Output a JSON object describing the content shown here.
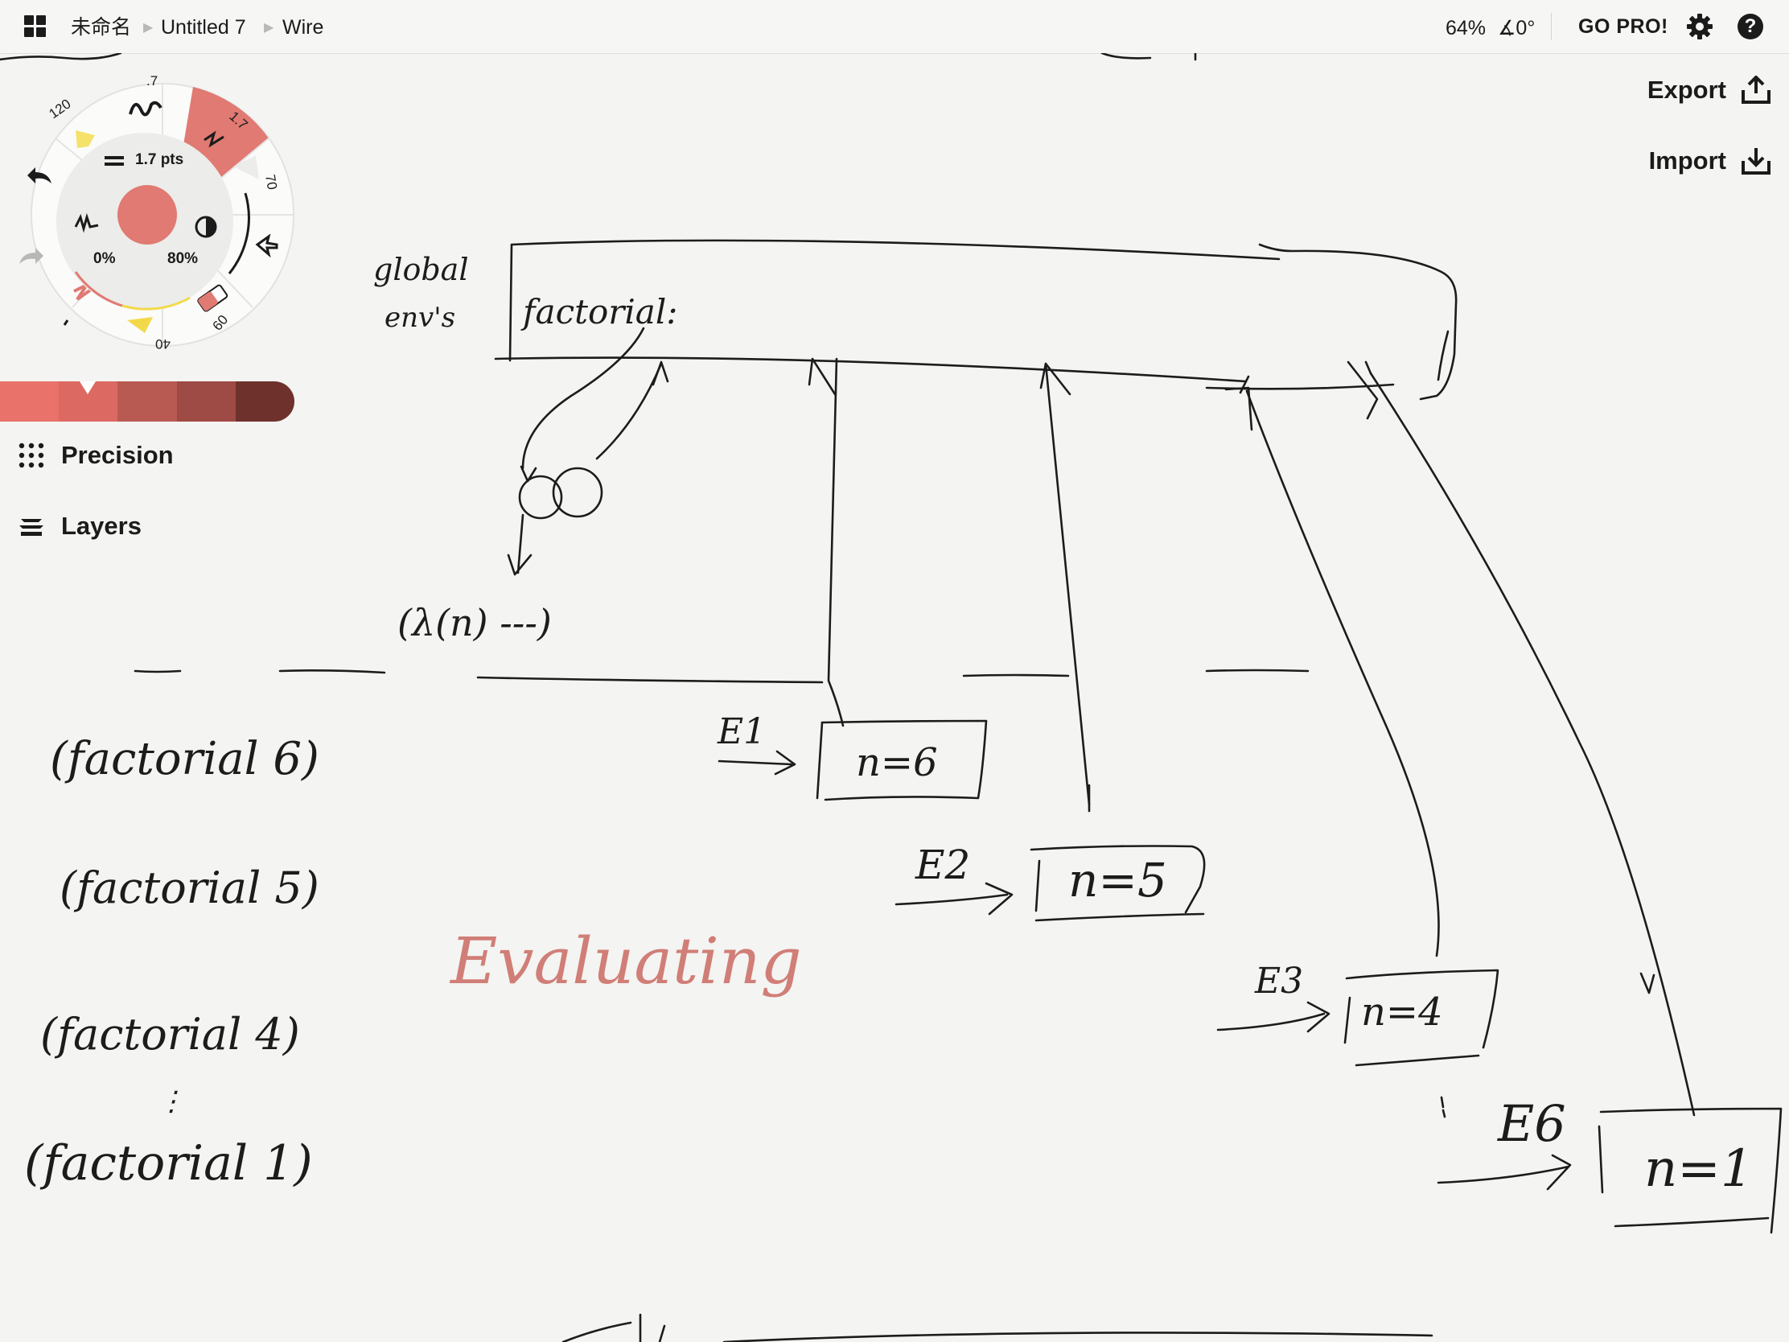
{
  "topbar": {
    "gallery_name": "未命名",
    "drawing_name": "Untitled 7",
    "layer_name": "Wire",
    "zoom": "64%",
    "rotation": "∡0°",
    "go_pro": "GO PRO!"
  },
  "actions": {
    "export": "Export",
    "import": "Import"
  },
  "toolwheel": {
    "size_readout": "1.7 pts",
    "smoothing": "0%",
    "opacity": "80%",
    "presets": [
      ".7",
      "1.7",
      "70",
      "60",
      "40",
      "120"
    ],
    "active_color": "#e07a72"
  },
  "palette": [
    "#e9726a",
    "#dc6a62",
    "#b85a52",
    "#9e4a45",
    "#6e312c"
  ],
  "sidebar": {
    "precision": "Precision",
    "layers": "Layers"
  },
  "colors": {
    "ink": "#1c1c1c",
    "accent_ink": "#d07e77"
  },
  "canvas_text": {
    "global_label_1": "global",
    "global_label_2": "env's",
    "factorial_binding": "factorial:",
    "lambda": "(λ(n) ---)",
    "e1": "E1",
    "e2": "E2",
    "e3": "E3",
    "e6": "E6",
    "frame_e1": "n=6",
    "frame_e2": "n=5",
    "frame_e3": "n=4",
    "frame_e6": "n=1",
    "call_6": "(factorial 6)",
    "call_5": "(factorial 5)",
    "call_4": "(factorial 4)",
    "dots": "⋮",
    "call_1": "(factorial 1)",
    "evaluating": "Evaluating"
  }
}
